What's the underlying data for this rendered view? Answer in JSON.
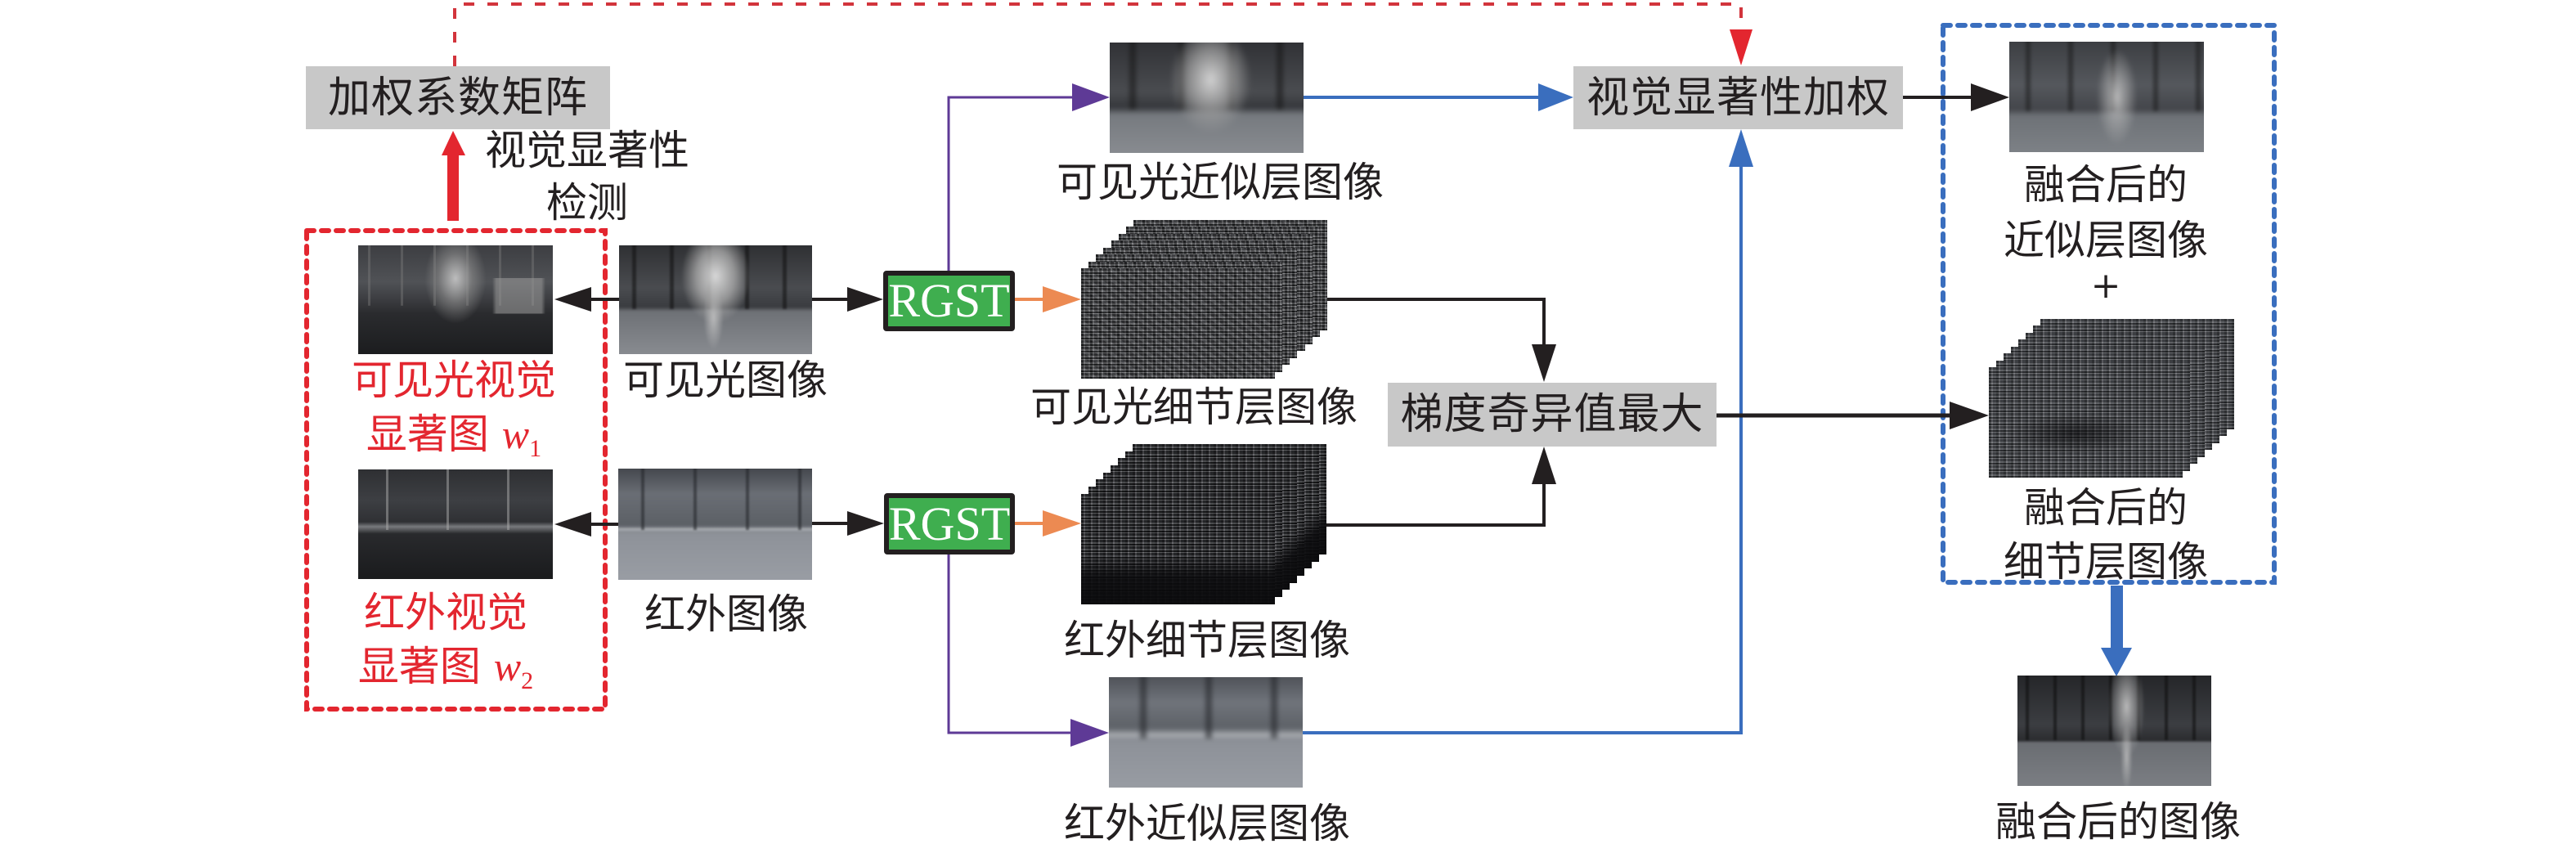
{
  "colors": {
    "black": "#231f20",
    "red": "#e3262f",
    "red_dashed": "#d2343c",
    "blue": "#3a6ebe",
    "purple": "#5e3a96",
    "orange": "#ec8a52",
    "green": "#3fae4f",
    "box_gray": "#c8c8c8"
  },
  "nodes": {
    "weight_matrix": {
      "label": "加权系数矩阵"
    },
    "saliency_detection": {
      "line1": "视觉显著性",
      "line2": "检测"
    },
    "visible_saliency_map": {
      "line1": "可见光视觉",
      "line2": "显著图",
      "var": "w",
      "sub": "1"
    },
    "ir_saliency_map": {
      "line1": "红外视觉",
      "line2": "显著图",
      "var": "w",
      "sub": "2"
    },
    "visible_image": {
      "label": "可见光图像"
    },
    "ir_image": {
      "label": "红外图像"
    },
    "rgst_visible": {
      "label": "RGST"
    },
    "rgst_ir": {
      "label": "RGST"
    },
    "visible_approx": {
      "label": "可见光近似层图像"
    },
    "visible_detail": {
      "label": "可见光细节层图像"
    },
    "ir_detail": {
      "label": "红外细节层图像"
    },
    "ir_approx": {
      "label": "红外近似层图像"
    },
    "saliency_weighting": {
      "label": "视觉显著性加权"
    },
    "gradient_svd_max": {
      "label": "梯度奇异值最大"
    },
    "fused_approx": {
      "line1": "融合后的",
      "line2": "近似层图像"
    },
    "plus": {
      "label": "+"
    },
    "fused_detail": {
      "line1": "融合后的",
      "line2": "细节层图像"
    },
    "fused_image": {
      "label": "融合后的图像"
    }
  },
  "edges": [
    {
      "from": "visible_image",
      "to": "visible_saliency_map",
      "color": "black",
      "style": "solid"
    },
    {
      "from": "ir_image",
      "to": "ir_saliency_map",
      "color": "black",
      "style": "solid"
    },
    {
      "from": "saliency_maps_group",
      "to": "weight_matrix",
      "color": "red",
      "style": "thick",
      "label": "视觉显著性检测"
    },
    {
      "from": "weight_matrix",
      "to": "saliency_weighting",
      "color": "red_dashed",
      "style": "dashed"
    },
    {
      "from": "visible_image",
      "to": "rgst_visible",
      "color": "black",
      "style": "solid"
    },
    {
      "from": "ir_image",
      "to": "rgst_ir",
      "color": "black",
      "style": "solid"
    },
    {
      "from": "rgst_visible",
      "to": "visible_detail",
      "color": "orange",
      "style": "solid"
    },
    {
      "from": "rgst_ir",
      "to": "ir_detail",
      "color": "orange",
      "style": "solid"
    },
    {
      "from": "rgst_visible",
      "to": "visible_approx",
      "color": "purple",
      "style": "solid"
    },
    {
      "from": "rgst_ir",
      "to": "ir_approx",
      "color": "purple",
      "style": "solid"
    },
    {
      "from": "visible_approx",
      "to": "saliency_weighting",
      "color": "blue",
      "style": "solid"
    },
    {
      "from": "ir_approx",
      "to": "saliency_weighting",
      "color": "blue",
      "style": "solid"
    },
    {
      "from": "visible_detail",
      "to": "gradient_svd_max",
      "color": "black",
      "style": "solid"
    },
    {
      "from": "ir_detail",
      "to": "gradient_svd_max",
      "color": "black",
      "style": "solid"
    },
    {
      "from": "saliency_weighting",
      "to": "fused_approx",
      "color": "black",
      "style": "solid"
    },
    {
      "from": "gradient_svd_max",
      "to": "fused_detail",
      "color": "black",
      "style": "solid"
    },
    {
      "from": "fused_group",
      "to": "fused_image",
      "color": "blue",
      "style": "thick"
    }
  ],
  "groups": {
    "saliency_maps_group": {
      "border": "red",
      "style": "dotted",
      "members": [
        "visible_saliency_map",
        "ir_saliency_map"
      ]
    },
    "fused_group": {
      "border": "blue",
      "style": "dotted",
      "members": [
        "fused_approx",
        "fused_detail"
      ]
    }
  }
}
